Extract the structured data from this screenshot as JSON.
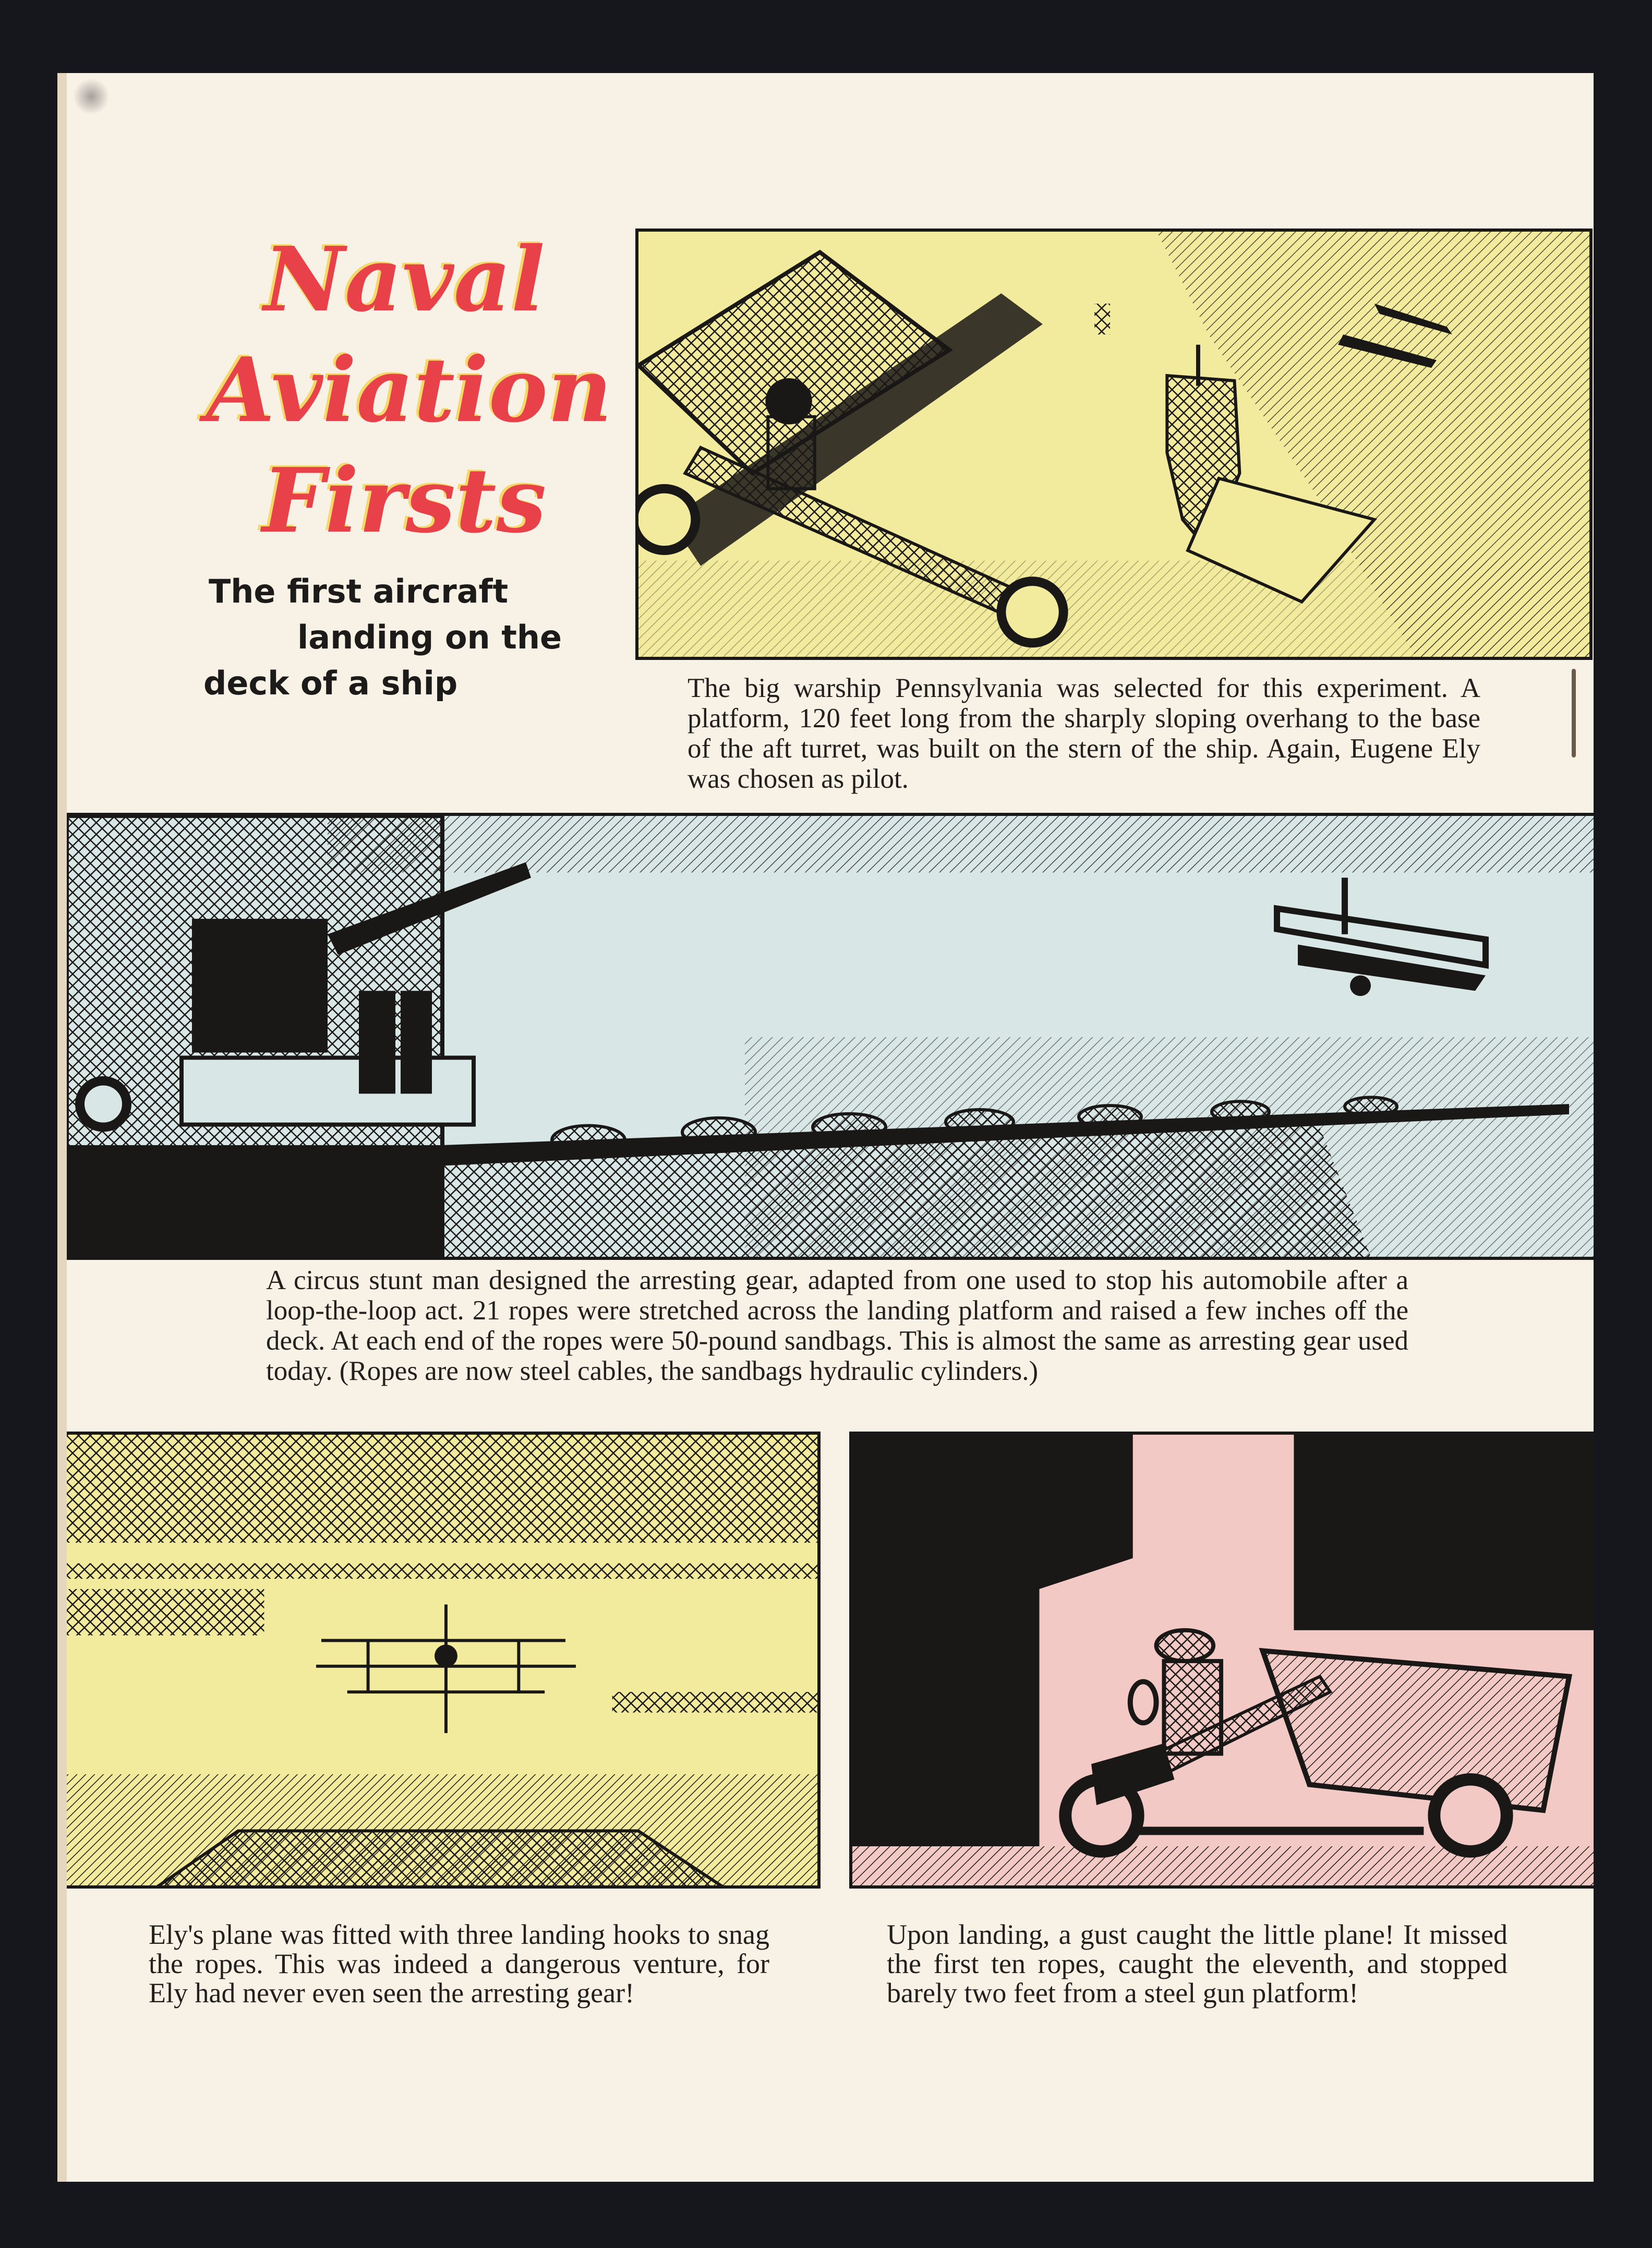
{
  "title": {
    "lines": [
      "Naval",
      "Aviation",
      "Firsts"
    ],
    "color": "#e8414a",
    "shadow_color": "#f6d869"
  },
  "subtitle": {
    "lines": [
      "The first aircraft",
      "landing on the",
      "deck of a ship"
    ]
  },
  "panels": [
    {
      "id": "panel-1",
      "description": "Biplane with pilot in foreground flying toward the warship Pennsylvania with landing platform; other ships in distance",
      "tint": "#f2ea9c",
      "caption": "The big warship Pennsylvania was selected for this experiment. A platform, 120 feet long from the sharply sloping overhang to the base of the aft turret, was built on the stern of the ship. Again, Eugene Ely was chosen as pilot."
    },
    {
      "id": "panel-2",
      "description": "Sailors on ship superstructure watching biplane approach a long landing platform with sandbags along the ropes",
      "tint": "#d9e6e6",
      "caption": "A circus stunt man designed the arresting gear, adapted from one used to stop his automobile after a loop-the-loop act. 21 ropes were stretched across the landing platform and raised a few inches off the deck. At each end of the ropes were 50-pound sandbags. This is almost the same as arresting gear used today. (Ropes are now steel cables, the sandbags hydraulic cylinders.)"
    },
    {
      "id": "panel-3",
      "description": "Head-on view of biplane approaching the landing deck with ropes stretched across it",
      "tint": "#f2ea9c",
      "caption": "Ely's plane was fitted with three landing hooks to snag the ropes. This was indeed a dangerous venture, for Ely had never even seen the arresting gear!"
    },
    {
      "id": "panel-4",
      "description": "Pilot seated in stopped biplane near a ship's boat and steel gun platform",
      "tint": "#f2c9c4",
      "caption": "Upon landing, a gust caught the little plane! It missed the first ten ropes, caught the eleventh, and stopped barely two feet from a steel gun platform!"
    }
  ]
}
